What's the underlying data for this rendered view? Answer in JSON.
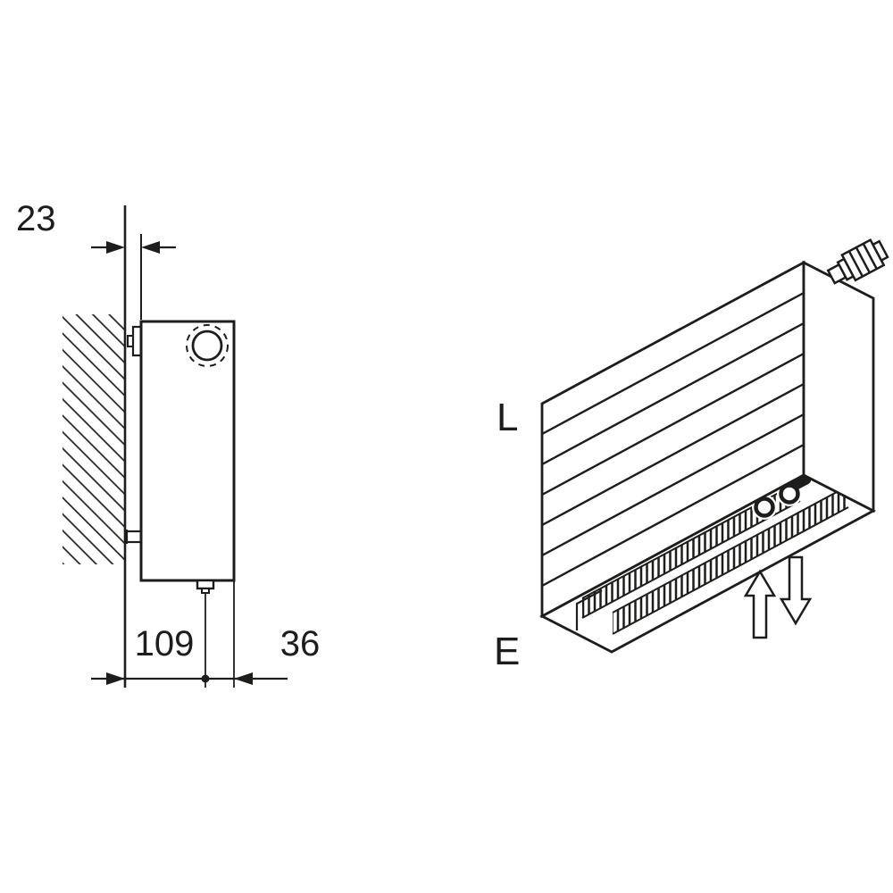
{
  "drawing": {
    "background": "#ffffff",
    "line_color": "#1d1d1b",
    "dimensions": {
      "wall_clearance": "23",
      "wall_to_center": "109",
      "center_to_front": "36"
    },
    "labels": {
      "length_label": "L",
      "height_label": "E"
    }
  }
}
